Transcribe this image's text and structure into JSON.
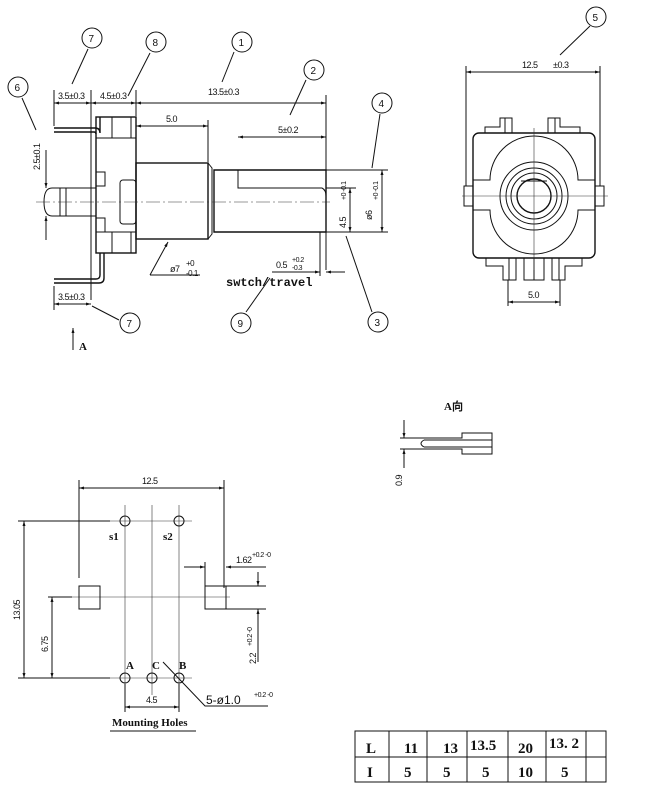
{
  "side_view": {
    "callouts": [
      "1",
      "2",
      "3",
      "4",
      "6",
      "7",
      "7",
      "8",
      "9"
    ],
    "dims": {
      "lead_left_top": "3.5±0.3",
      "body_depth": "4.5±0.3",
      "overall": "13.5±0.3",
      "collar": "5.0",
      "flat": "5±0.2",
      "lead_spacing": "2.5±0.1",
      "bushing_dia": "ø7",
      "bushing_tol_upper": "+0",
      "bushing_tol_lower": "-0.1",
      "flat_dia": "4.5",
      "flat_tol": "+0 -0.1",
      "shaft_dia": "ø6",
      "shaft_tol": "+0 -0.1",
      "travel": "0.5",
      "travel_tol_upper": "+0.2",
      "travel_tol_lower": "-0.3",
      "lead_left_bottom": "3.5±0.3"
    },
    "travel_label": "swtch/travel",
    "view_arrow_label": "A"
  },
  "front_view": {
    "callout": "5",
    "width_dim": "12.5",
    "width_tol": "±0.3",
    "pin_pitch": "5.0"
  },
  "a_view": {
    "title": "A向",
    "thickness": "0.9"
  },
  "mounting_holes": {
    "title": "Mounting Holes",
    "width": "12.5",
    "height": "13.05",
    "mid_height": "6.75",
    "pitch": "4.5",
    "pad_width": "1.62",
    "pad_width_tol": "+0.2 -0",
    "pad_height": "2.2",
    "pad_height_tol": "+0.2 -0",
    "hole_spec": "5-ø1.0",
    "hole_tol": "+0.2 -0",
    "hole_labels": {
      "s1": "s1",
      "s2": "s2",
      "a": "A",
      "b": "B",
      "c": "C"
    }
  },
  "table": {
    "rows": [
      [
        "L",
        "11",
        "13",
        "13.5",
        "20",
        "13. 2",
        ""
      ],
      [
        "I",
        "5",
        "5",
        "5",
        "10",
        "5",
        ""
      ]
    ]
  }
}
